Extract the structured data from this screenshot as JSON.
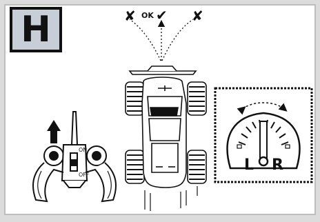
{
  "step": {
    "letter": "H"
  },
  "direction_indicator": {
    "ok_label": "OK",
    "ok_mark": "✔",
    "wrong_mark": "✘"
  },
  "transmitter": {
    "switch_on": "ON",
    "switch_off": "OFF"
  },
  "trim_dial": {
    "left_label": "L",
    "right_label": "R"
  },
  "colors": {
    "ink": "#111111",
    "badge_fill": "#c8ced8",
    "frame": "#bdbdbd",
    "background": "#dcdcdc"
  },
  "icons": [
    "x-mark-icon",
    "check-mark-icon",
    "up-arrow-icon",
    "rc-car-icon",
    "transmitter-icon",
    "trim-dial-icon",
    "curved-double-arrow-icon"
  ]
}
